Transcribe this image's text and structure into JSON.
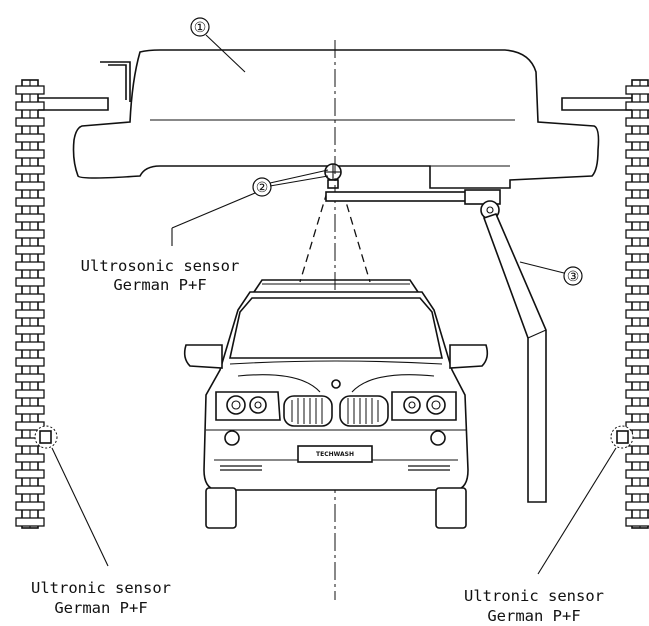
{
  "callouts": [
    {
      "number": "①"
    },
    {
      "number": "②"
    },
    {
      "number": "③"
    }
  ],
  "labels": {
    "top_sensor_line1": "Ultrosonic sensor",
    "top_sensor_line2": "German P+F",
    "left_sensor_line1": "Ultronic sensor",
    "left_sensor_line2": "German P+F",
    "right_sensor_line1": "Ultronic sensor",
    "right_sensor_line2": "German P+F"
  },
  "plate_text": "TECHWASH"
}
